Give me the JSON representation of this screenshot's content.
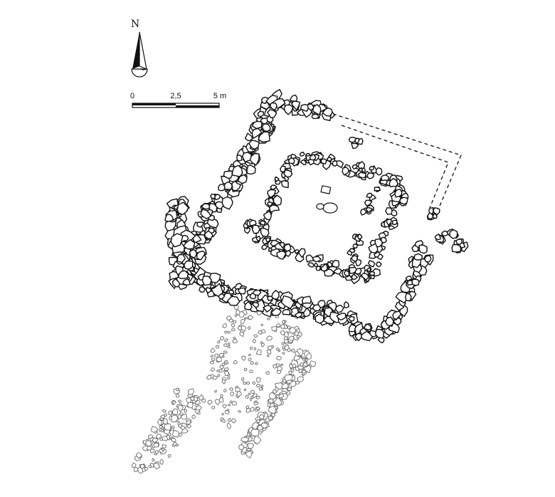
{
  "north_arrow": {
    "label": "N",
    "icon": "north-arrow-icon"
  },
  "scale_bar": {
    "labels": [
      "0",
      "2,5",
      "5 m"
    ]
  },
  "colors": {
    "ink": "#111111",
    "paper": "#ffffff",
    "stone_fill": "#ffffff",
    "stone_outline_faint": "#6a6a6a"
  },
  "features": {
    "outer_enclosure": "stone-wall-outline",
    "inner_building": "stone-wall-outline",
    "reconstructed_wall": "dashed-line",
    "scattered_rubble": "stone-scatter"
  }
}
